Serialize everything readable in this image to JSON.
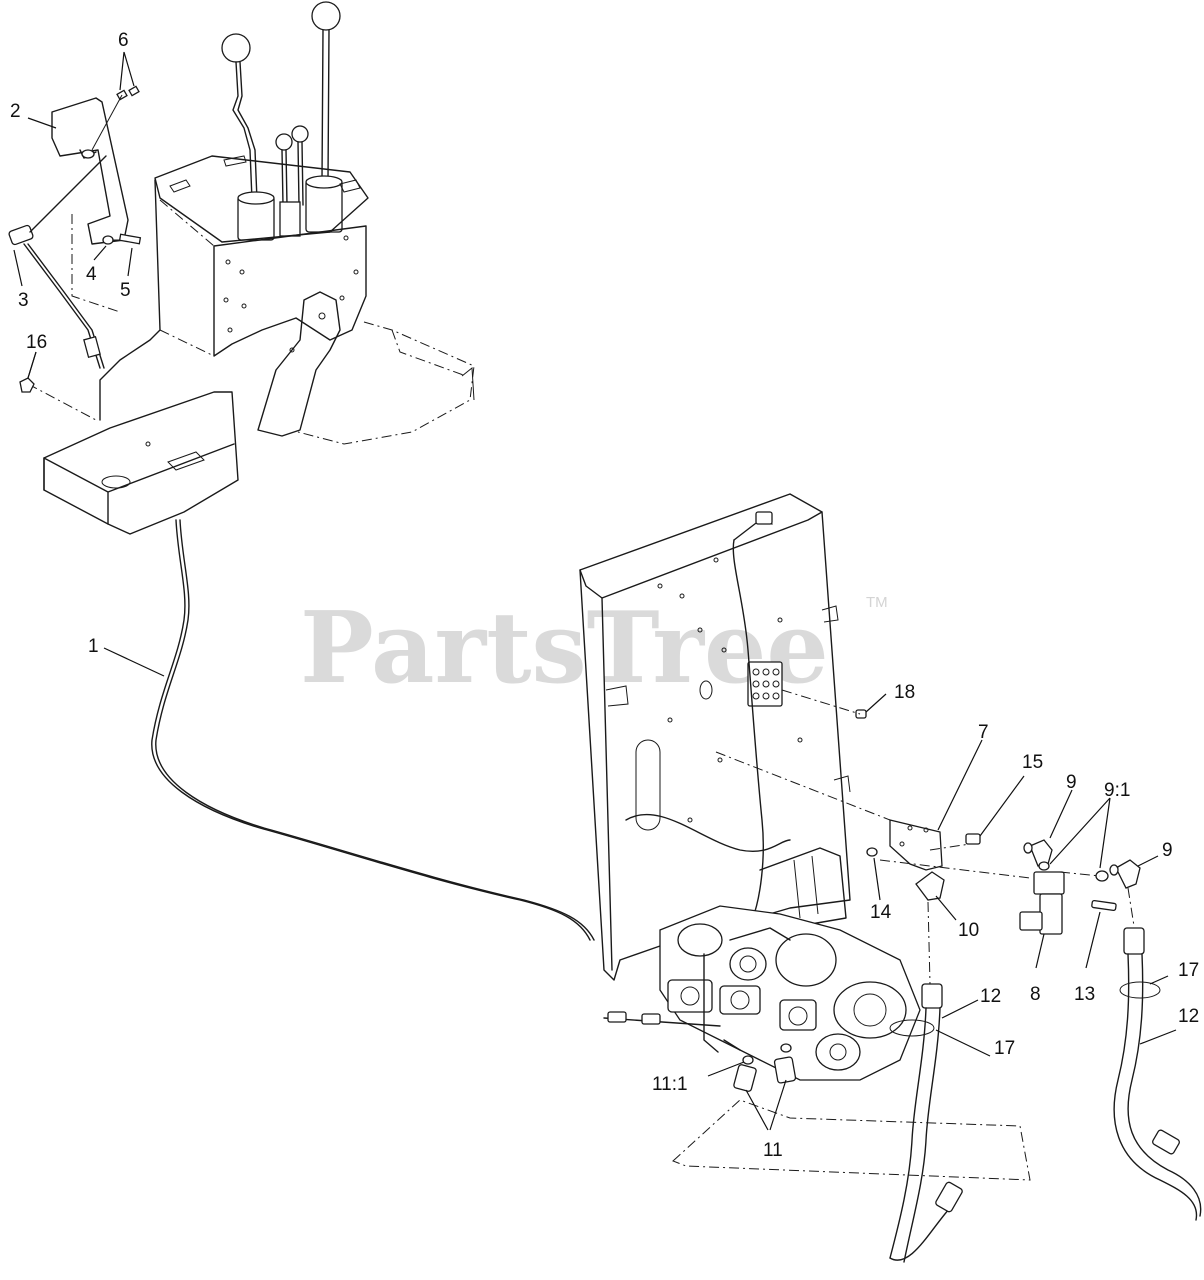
{
  "watermark": {
    "text": "PartsTree",
    "trademark": "TM"
  },
  "callouts": {
    "c1": "1",
    "c2": "2",
    "c3": "3",
    "c4": "4",
    "c5": "5",
    "c6": "6",
    "c7": "7",
    "c8": "8",
    "c9a": "9",
    "c9b": "9",
    "c9_1": "9:1",
    "c10": "10",
    "c11": "11",
    "c11_1": "11:1",
    "c12a": "12",
    "c12b": "12",
    "c13": "13",
    "c14": "14",
    "c15": "15",
    "c16": "16",
    "c17a": "17",
    "c17b": "17",
    "c18": "18"
  }
}
